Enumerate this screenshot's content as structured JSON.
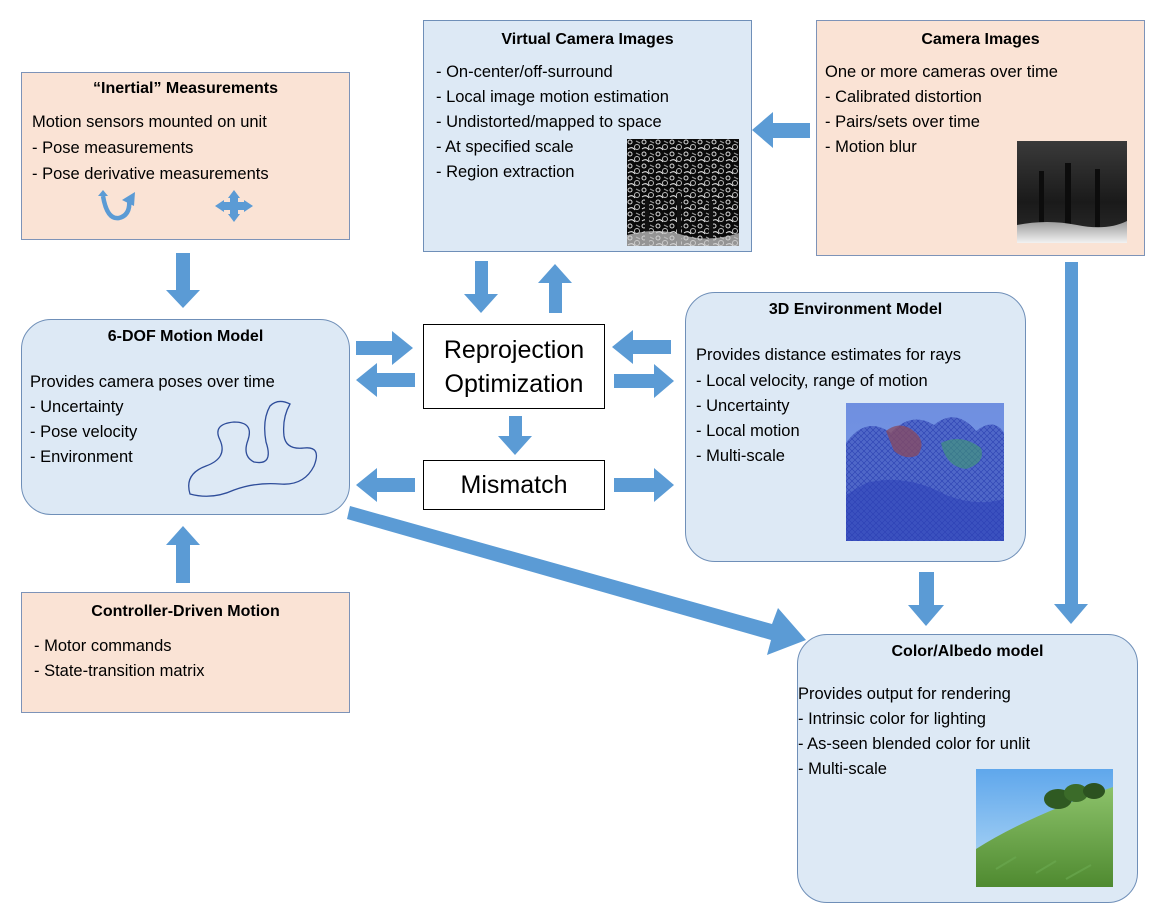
{
  "inertial": {
    "title": "“Inertial” Measurements",
    "lines": [
      "Motion sensors mounted on unit",
      " - Pose measurements",
      " - Pose derivative measurements"
    ]
  },
  "virtual_camera": {
    "title": "Virtual Camera Images",
    "lines": [
      "- On-center/off-surround",
      "- Local image motion estimation",
      "- Undistorted/mapped to space",
      "- At specified scale",
      "- Region extraction"
    ]
  },
  "camera_images": {
    "title": "Camera Images",
    "lines": [
      "One or more cameras over time",
      " - Calibrated distortion",
      " - Pairs/sets over time",
      " - Motion blur"
    ]
  },
  "motion_model": {
    "title": "6-DOF Motion Model",
    "lines": [
      "Provides camera poses over time",
      " - Uncertainty",
      " - Pose velocity",
      " - Environment"
    ]
  },
  "reprojection": {
    "line1": "Reprojection",
    "line2": "Optimization"
  },
  "mismatch": {
    "label": "Mismatch"
  },
  "environment_model": {
    "title": "3D Environment Model",
    "lines": [
      "Provides distance estimates for rays",
      " - Local velocity, range of motion",
      " - Uncertainty",
      " - Local motion",
      " - Multi-scale"
    ]
  },
  "controller": {
    "title": "Controller-Driven Motion",
    "lines": [
      "- Motor commands",
      "- State-transition matrix"
    ]
  },
  "albedo_model": {
    "title": "Color/Albedo model",
    "lines": [
      "Provides output for rendering",
      " - Intrinsic color for lighting",
      " - As-seen blended color for unlit",
      " - Multi-scale"
    ]
  },
  "colors": {
    "arrow": "#5b9bd5",
    "peach": "#fae3d5",
    "blue": "#dde9f5",
    "border": "#6f8fb8"
  }
}
